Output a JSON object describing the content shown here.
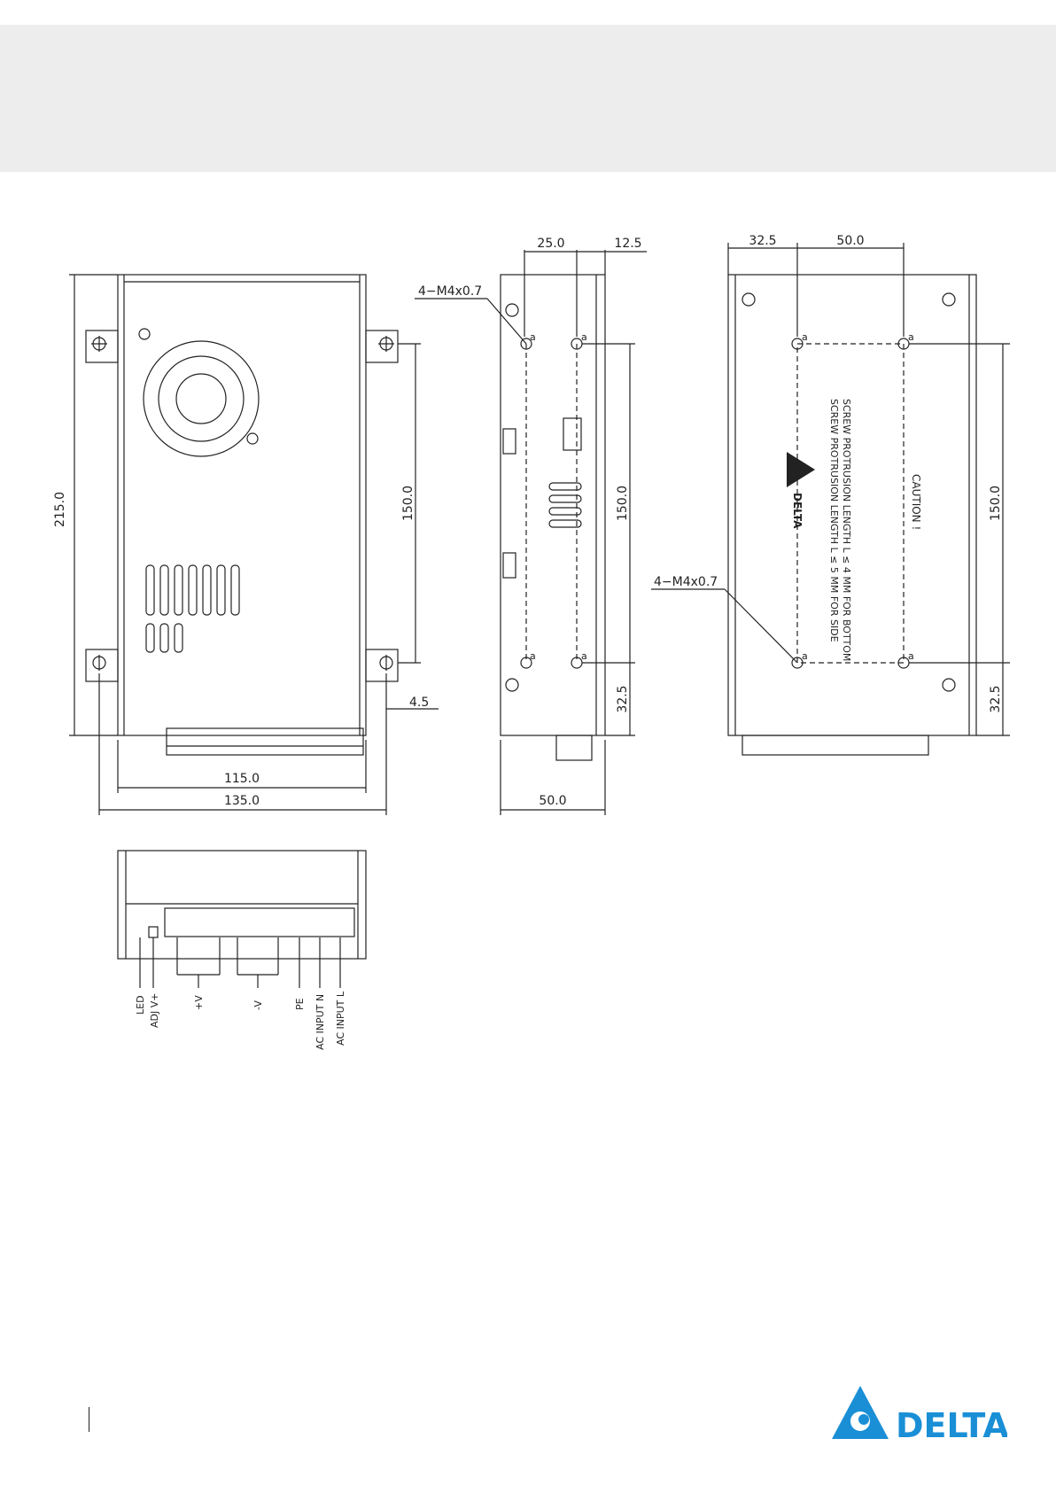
{
  "dimensions": {
    "front": {
      "height_total": "215.0",
      "mount_spacing": "150.0",
      "width_inner": "115.0",
      "width_total": "135.0",
      "flange": "4.5"
    },
    "side": {
      "top_left": "25.0",
      "top_right": "12.5",
      "hole_spacing": "150.0",
      "bottom_offset": "32.5",
      "depth": "50.0",
      "screw_callout": "4−M4x0.7"
    },
    "bottom": {
      "top_left": "32.5",
      "top_right": "50.0",
      "hole_spacing": "150.0",
      "bottom_offset": "32.5",
      "screw_callout": "4−M4x0.7"
    }
  },
  "hole_marker": "a",
  "label_panel": {
    "caution_title": "CAUTION !",
    "line_bottom": "SCREW PROTRUSION LENGTH  L ≤ 4 MM FOR BOTTOM",
    "line_side": "SCREW PROTRUSION LENGTH  L ≤ 5 MM FOR SIDE",
    "brand": "DELTA"
  },
  "terminal_labels": [
    "LED",
    "ADJ  V+",
    "+V",
    "-V",
    "PE",
    "AC INPUT N",
    "AC INPUT L"
  ],
  "footer": {
    "brand": "DELTA"
  },
  "colors": {
    "brand_blue": "#1a8fd6",
    "line": "#222222",
    "header_band": "#ededed"
  },
  "icons": {
    "logo": "delta-triangle-logo-icon"
  }
}
